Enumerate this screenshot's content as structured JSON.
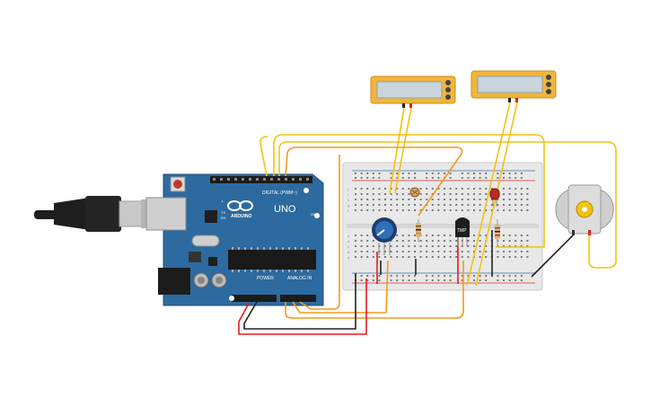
{
  "board": {
    "brand": "ARDUINO",
    "model": "UNO",
    "header_digital": "DIGITAL (PWM~)",
    "header_power": "POWER",
    "header_analog": "ANALOG IN",
    "label_tx": "TX",
    "label_rx": "RX",
    "label_l": "L",
    "label_on": "ON"
  },
  "sensor": {
    "label": "TMP"
  },
  "breadboard": {
    "row_labels": [
      "a",
      "b",
      "c",
      "d",
      "e",
      "f",
      "g",
      "h",
      "i",
      "j"
    ]
  },
  "colors": {
    "wire_yellow": "#f3c20f",
    "wire_orange": "#f29a1a",
    "wire_red": "#e11d1d",
    "wire_black": "#222222",
    "arduino_blue": "#2d6a9f",
    "breadboard": "#e8e8e8",
    "multimeter_body": "#f1b63a",
    "multimeter_screen": "#c9d5dc"
  }
}
